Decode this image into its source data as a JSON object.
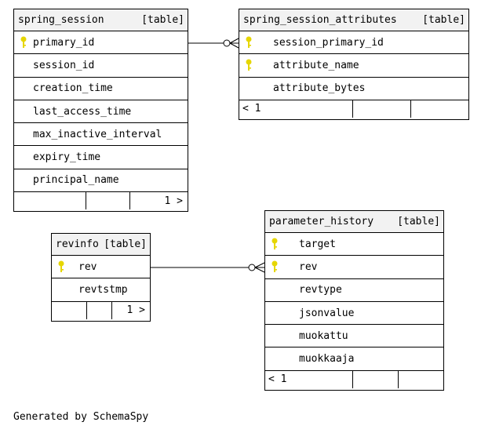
{
  "tables": {
    "spring_session": {
      "name": "spring_session",
      "kind": "[table]",
      "columns": [
        {
          "name": "primary_id",
          "pk": true
        },
        {
          "name": "session_id",
          "pk": false
        },
        {
          "name": "creation_time",
          "pk": false
        },
        {
          "name": "last_access_time",
          "pk": false
        },
        {
          "name": "max_inactive_interval",
          "pk": false
        },
        {
          "name": "expiry_time",
          "pk": false
        },
        {
          "name": "principal_name",
          "pk": false
        }
      ],
      "footer": "1 >"
    },
    "spring_session_attributes": {
      "name": "spring_session_attributes",
      "kind": "[table]",
      "columns": [
        {
          "name": "session_primary_id",
          "pk": true
        },
        {
          "name": "attribute_name",
          "pk": true
        },
        {
          "name": "attribute_bytes",
          "pk": false
        }
      ],
      "footer": "< 1"
    },
    "revinfo": {
      "name": "revinfo",
      "kind": "[table]",
      "columns": [
        {
          "name": "rev",
          "pk": true
        },
        {
          "name": "revtstmp",
          "pk": false
        }
      ],
      "footer": "1 >"
    },
    "parameter_history": {
      "name": "parameter_history",
      "kind": "[table]",
      "columns": [
        {
          "name": "target",
          "pk": true
        },
        {
          "name": "rev",
          "pk": true
        },
        {
          "name": "revtype",
          "pk": false
        },
        {
          "name": "jsonvalue",
          "pk": false
        },
        {
          "name": "muokattu",
          "pk": false
        },
        {
          "name": "muokkaaja",
          "pk": false
        }
      ],
      "footer": "< 1"
    }
  },
  "caption": "Generated by SchemaSpy",
  "colors": {
    "key_icon": "#e6d600",
    "header_bg": "#f2f2f2",
    "border": "#000000"
  }
}
